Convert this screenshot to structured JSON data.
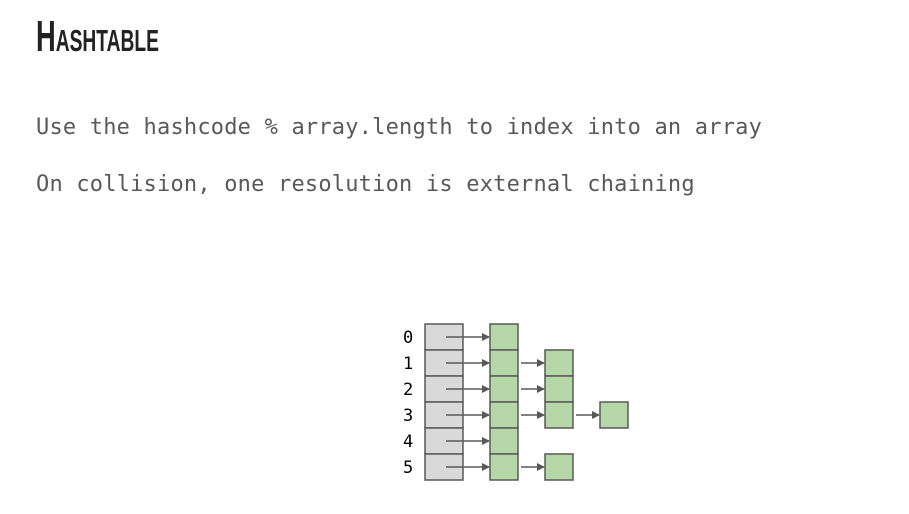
{
  "slide": {
    "title": "Hashtable",
    "bullets": [
      "Use the hashcode % array.length to index into an array",
      "On collision, one resolution is external chaining"
    ]
  },
  "diagram": {
    "indices": [
      "0",
      "1",
      "2",
      "3",
      "4",
      "5"
    ],
    "chain_lengths": [
      1,
      2,
      2,
      3,
      1,
      2
    ],
    "colors": {
      "array_cell": "#d9d9d9",
      "node": "#b6d7a8",
      "stroke": "#595959",
      "arrow": "#595959"
    }
  }
}
